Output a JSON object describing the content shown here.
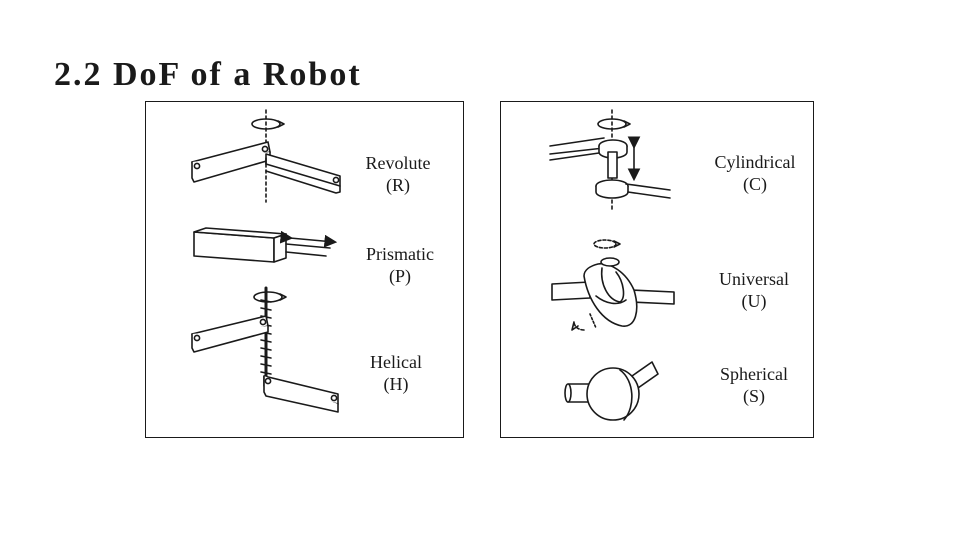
{
  "slide": {
    "title": "2.2 DoF of a Robot"
  },
  "joints_left": [
    {
      "id": "revolute",
      "name": "Revolute",
      "symbol": "(R)"
    },
    {
      "id": "prismatic",
      "name": "Prismatic",
      "symbol": "(P)"
    },
    {
      "id": "helical",
      "name": "Helical",
      "symbol": "(H)"
    }
  ],
  "joints_right": [
    {
      "id": "cylindrical",
      "name": "Cylindrical",
      "symbol": "(C)"
    },
    {
      "id": "universal",
      "name": "Universal",
      "symbol": "(U)"
    },
    {
      "id": "spherical",
      "name": "Spherical",
      "symbol": "(S)"
    }
  ]
}
